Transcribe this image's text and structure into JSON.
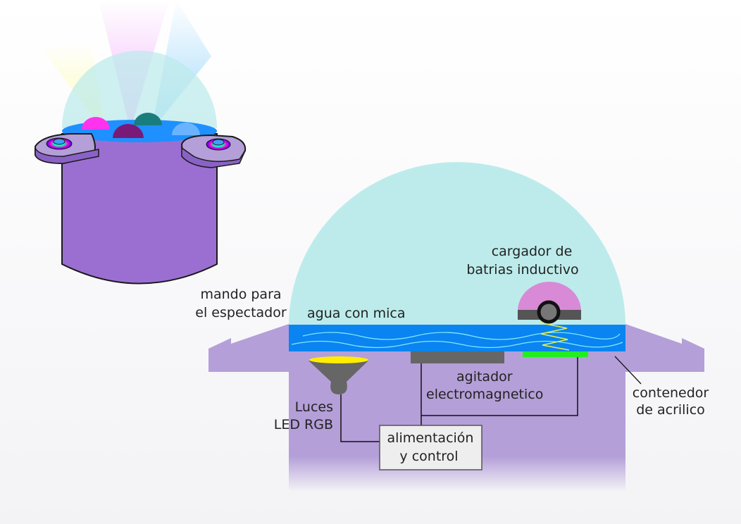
{
  "labels": {
    "charger_line1": "cargador de",
    "charger_line2": "batrias inductivo",
    "remote_line1": "mando para",
    "remote_line2": "el espectador",
    "water": "agua con mica",
    "stirrer_line1": "agitador",
    "stirrer_line2": "electromagnetico",
    "lights_line1": "Luces",
    "lights_line2": "LED RGB",
    "power_line1": "alimentación",
    "power_line2": "y control",
    "container_line1": "contenedor",
    "container_line2": "de acrilico"
  },
  "colors": {
    "dome": "#bdebeb",
    "body": "#b49fd8",
    "body_dark": "#9b6fd1",
    "water": "#0a84f0",
    "wave": "#7fe8ff",
    "stirrer": "#666666",
    "green_pad": "#22ee22",
    "charger": "#d88ad6",
    "coil": "#e8f04a",
    "led_yellow": "#ffee00",
    "led_magenta": "#ff33ee",
    "led_purple": "#7a1a78",
    "led_teal": "#1a7d7d",
    "led_light_blue": "#6ab4ff",
    "box_fill": "#eeeeee"
  }
}
